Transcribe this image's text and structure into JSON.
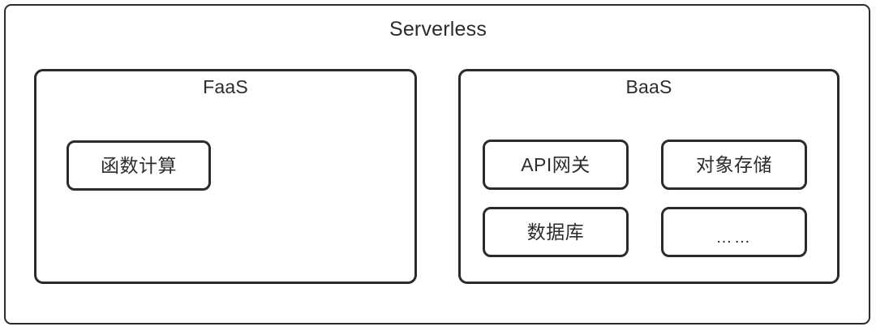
{
  "diagram": {
    "title": "Serverless",
    "colors": {
      "stroke": "#2b2b2b",
      "text": "#2c2c2c",
      "background": "#fdfdfd",
      "box_fill": "#ffffff"
    },
    "groups": [
      {
        "id": "faas",
        "title": "FaaS",
        "items": [
          {
            "id": "function-compute",
            "label": "函数计算"
          }
        ]
      },
      {
        "id": "baas",
        "title": "BaaS",
        "items": [
          {
            "id": "api-gateway",
            "label": "API网关"
          },
          {
            "id": "object-storage",
            "label": "对象存储"
          },
          {
            "id": "database",
            "label": "数据库"
          },
          {
            "id": "more",
            "label": "……"
          }
        ]
      }
    ]
  }
}
